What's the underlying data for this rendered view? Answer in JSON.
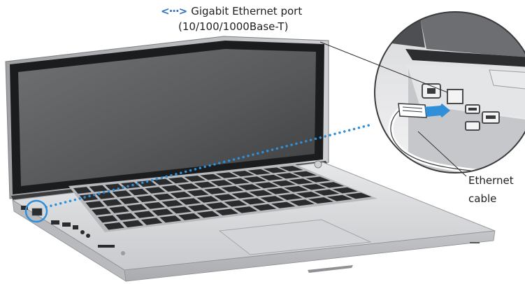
{
  "labels": {
    "port_icon": "<···>",
    "port_line1": "Gigabit Ethernet port",
    "port_line2": "(10/100/1000Base-T)",
    "cable_line1": "Ethernet",
    "cable_line2": "cable"
  },
  "colors": {
    "accent": "#2f8fd8",
    "callout_ring": "#2f8fd8",
    "aluminum": "#d9dadc",
    "screen": "#5f6163",
    "bezel": "#1b1c1e",
    "key": "#2a2b2d",
    "text": "#1f1f1f"
  },
  "icons": {
    "port_glyph": "ethernet-arrows-icon"
  }
}
